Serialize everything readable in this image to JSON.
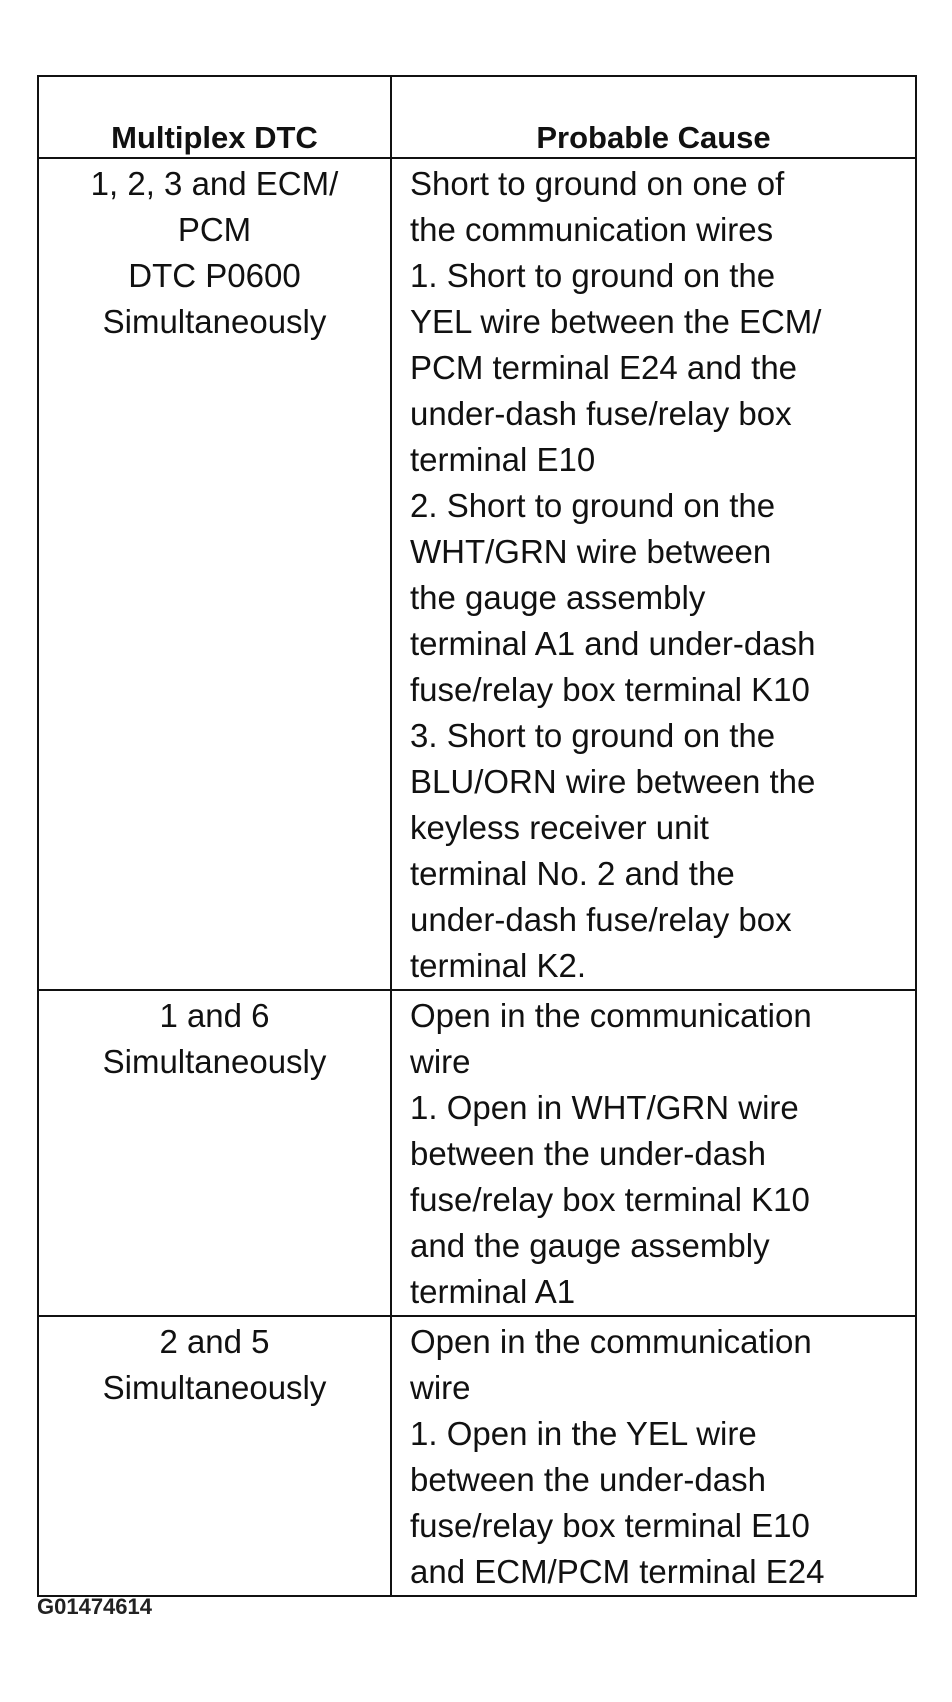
{
  "table": {
    "headers": [
      "Multiplex DTC",
      "Probable Cause"
    ],
    "rows": [
      {
        "dtc": [
          "1, 2, 3 and ECM/",
          "PCM",
          "DTC P0600",
          "Simultaneously"
        ],
        "cause": [
          "Short to ground on one of",
          "the communication wires",
          "1. Short to ground on the",
          "YEL wire between the ECM/",
          "PCM terminal E24 and the",
          "under-dash fuse/relay box",
          "terminal E10",
          "2. Short to ground on the",
          "WHT/GRN wire between",
          "the gauge assembly",
          "terminal A1 and under-dash",
          "fuse/relay box terminal K10",
          "3. Short to ground on the",
          "BLU/ORN wire between the",
          "keyless receiver unit",
          "terminal No. 2 and the",
          "under-dash fuse/relay box",
          "terminal K2."
        ]
      },
      {
        "dtc": [
          "1 and 6",
          "Simultaneously"
        ],
        "cause": [
          "Open in the communication",
          "wire",
          "1. Open in WHT/GRN wire",
          "between the under-dash",
          "fuse/relay box terminal K10",
          "and the gauge assembly",
          "terminal A1"
        ]
      },
      {
        "dtc": [
          "2 and 5",
          "Simultaneously"
        ],
        "cause": [
          "Open in the communication",
          "wire",
          "1. Open in the YEL wire",
          "between the under-dash",
          "fuse/relay box terminal E10",
          "and ECM/PCM terminal E24"
        ]
      }
    ]
  },
  "figure_id": "G01474614"
}
